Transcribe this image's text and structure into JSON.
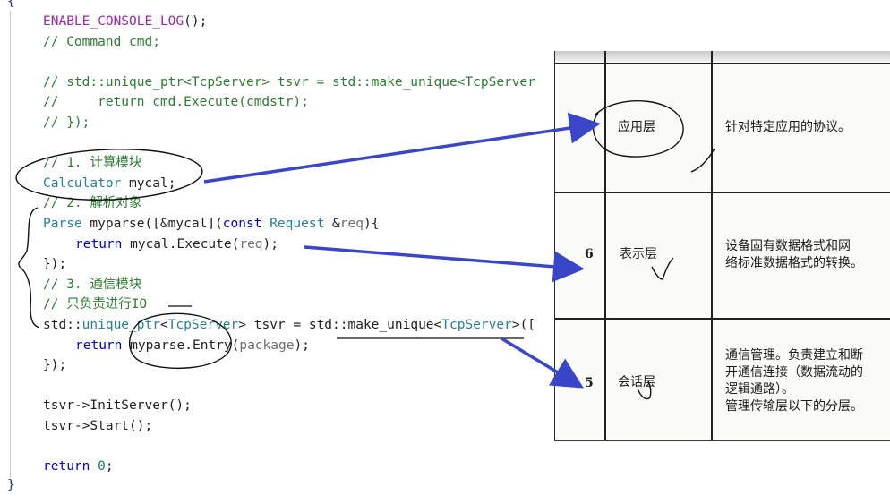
{
  "editor": {
    "code_lines": [
      {
        "indent": 0,
        "parts": [
          {
            "t": "ENABLE_CONSOLE_LOG",
            "c": "c-macro"
          },
          {
            "t": "();",
            "c": "c-fn"
          }
        ]
      },
      {
        "indent": 0,
        "parts": [
          {
            "t": "// Command cmd;",
            "c": "c-com"
          }
        ]
      },
      {
        "indent": 0,
        "parts": []
      },
      {
        "indent": 0,
        "parts": [
          {
            "t": "// std::unique_ptr<TcpServer> tsvr = std::make_unique<TcpServer",
            "c": "c-com"
          }
        ]
      },
      {
        "indent": 0,
        "parts": [
          {
            "t": "//     return cmd.Execute(cmdstr);",
            "c": "c-com"
          }
        ]
      },
      {
        "indent": 0,
        "parts": [
          {
            "t": "// });",
            "c": "c-com"
          }
        ]
      },
      {
        "indent": 0,
        "parts": []
      },
      {
        "indent": 0,
        "parts": [
          {
            "t": "// 1. 计算模块",
            "c": "c-com"
          }
        ]
      },
      {
        "indent": 0,
        "parts": [
          {
            "t": "Calculator",
            "c": "c-type"
          },
          {
            "t": " mycal;",
            "c": "c-fn"
          }
        ]
      },
      {
        "indent": 0,
        "parts": [
          {
            "t": "// 2. 解析对象",
            "c": "c-com"
          }
        ]
      },
      {
        "indent": 0,
        "parts": [
          {
            "t": "Parse",
            "c": "c-type"
          },
          {
            "t": " myparse([&mycal](",
            "c": "c-fn"
          },
          {
            "t": "const",
            "c": "c-kw"
          },
          {
            "t": " ",
            "c": "c-fn"
          },
          {
            "t": "Request",
            "c": "c-type"
          },
          {
            "t": " &",
            "c": "c-fn"
          },
          {
            "t": "req",
            "c": "c-par"
          },
          {
            "t": "){",
            "c": "c-fn"
          }
        ]
      },
      {
        "indent": 1,
        "parts": [
          {
            "t": "return",
            "c": "c-kw"
          },
          {
            "t": " mycal.Execute(",
            "c": "c-fn"
          },
          {
            "t": "req",
            "c": "c-par"
          },
          {
            "t": ");",
            "c": "c-fn"
          }
        ]
      },
      {
        "indent": 0,
        "parts": [
          {
            "t": "});",
            "c": "c-fn"
          }
        ]
      },
      {
        "indent": 0,
        "parts": [
          {
            "t": "// 3. 通信模块",
            "c": "c-com"
          }
        ]
      },
      {
        "indent": 0,
        "parts": [
          {
            "t": "// 只负责进行IO",
            "c": "c-com"
          }
        ]
      },
      {
        "indent": 0,
        "parts": [
          {
            "t": "std::",
            "c": "c-fn"
          },
          {
            "t": "unique_ptr",
            "c": "c-type"
          },
          {
            "t": "<",
            "c": "c-fn"
          },
          {
            "t": "TcpServer",
            "c": "c-type"
          },
          {
            "t": "> tsvr = std::make_unique<",
            "c": "c-fn"
          },
          {
            "t": "TcpServer",
            "c": "c-type"
          },
          {
            "t": ">([",
            "c": "c-fn"
          }
        ]
      },
      {
        "indent": 1,
        "parts": [
          {
            "t": "return",
            "c": "c-kw"
          },
          {
            "t": " myparse.Entry(",
            "c": "c-fn"
          },
          {
            "t": "package",
            "c": "c-par"
          },
          {
            "t": ");",
            "c": "c-fn"
          }
        ]
      },
      {
        "indent": 0,
        "parts": [
          {
            "t": "});",
            "c": "c-fn"
          }
        ]
      },
      {
        "indent": 0,
        "parts": []
      },
      {
        "indent": 0,
        "parts": [
          {
            "t": "tsvr->InitServer();",
            "c": "c-fn"
          }
        ]
      },
      {
        "indent": 0,
        "parts": [
          {
            "t": "tsvr->Start();",
            "c": "c-fn"
          }
        ]
      },
      {
        "indent": 0,
        "parts": []
      },
      {
        "indent": 0,
        "parts": [
          {
            "t": "return",
            "c": "c-kw"
          },
          {
            "t": " ",
            "c": "c-fn"
          },
          {
            "t": "0",
            "c": "c-num"
          },
          {
            "t": ";",
            "c": "c-fn"
          }
        ]
      }
    ],
    "open_brace": "{",
    "close_brace": "}"
  },
  "osi_table": {
    "rows": [
      {
        "num": "",
        "layer": "应用层",
        "desc": [
          "针对特定应用的协议。"
        ]
      },
      {
        "num": "6",
        "layer": "表示层",
        "desc": [
          "设备固有数据格式和网",
          "络标准数据格式的转换。"
        ]
      },
      {
        "num": "5",
        "layer": "会话层",
        "desc": [
          "通信管理。负责建立和断",
          "开通信连接（数据流动的",
          "逻辑通路）。",
          "管理传输层以下的分层。"
        ]
      }
    ]
  },
  "colors": {
    "arrow": "#3a46c8",
    "ink": "#111111"
  }
}
